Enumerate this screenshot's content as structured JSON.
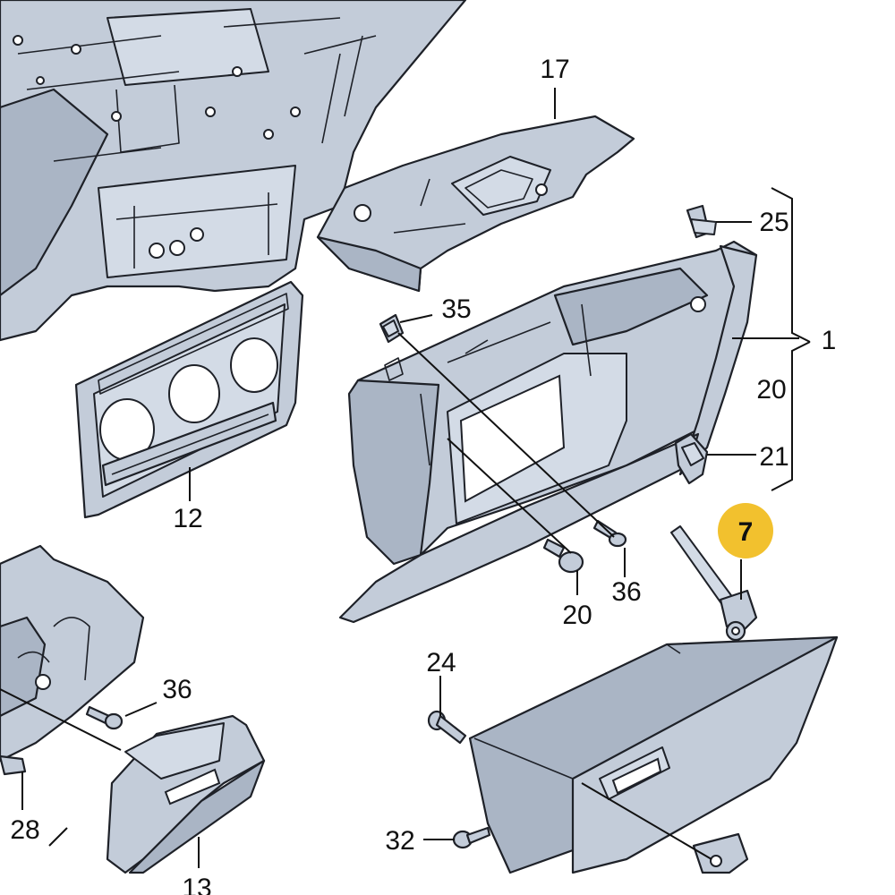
{
  "highlight_color": "#f2c12e",
  "part_fill_color": "#c3ccd9",
  "callouts": {
    "c17": "17",
    "c25": "25",
    "c1": "1",
    "c35": "35",
    "c20_bracket": "20",
    "c21": "21",
    "c12": "12",
    "c7": "7",
    "c20_bolt": "20",
    "c36_right": "36",
    "c24": "24",
    "c36_left": "36",
    "c28": "28",
    "c32": "32",
    "c13": "13"
  }
}
